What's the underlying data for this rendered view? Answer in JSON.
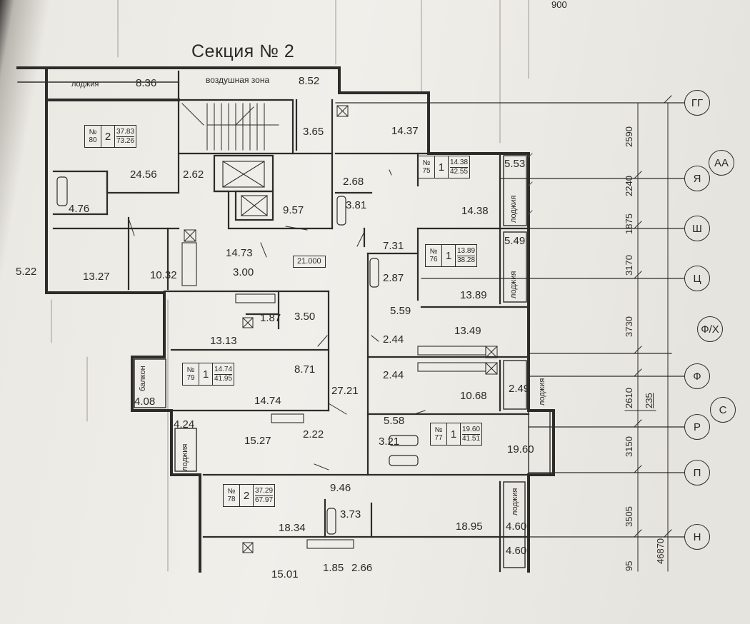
{
  "title": "Секция № 2",
  "top_dim": "900",
  "labels": {
    "loggia": "лоджия",
    "balcony": "балкон",
    "air_zone": "воздушная зона",
    "level_mark": "21.000"
  },
  "apartments": [
    {
      "no": "№",
      "num": "80",
      "rooms": "2",
      "living": "37.83",
      "total": "73.26"
    },
    {
      "no": "№",
      "num": "75",
      "rooms": "1",
      "living": "14.38",
      "total": "42.55"
    },
    {
      "no": "№",
      "num": "76",
      "rooms": "1",
      "living": "13.89",
      "total": "38.28"
    },
    {
      "no": "№",
      "num": "79",
      "rooms": "1",
      "living": "14.74",
      "total": "41.95"
    },
    {
      "no": "№",
      "num": "77",
      "rooms": "1",
      "living": "19.60",
      "total": "41.51"
    },
    {
      "no": "№",
      "num": "78",
      "rooms": "2",
      "living": "37.29",
      "total": "67.97"
    }
  ],
  "room_areas": [
    "8.36",
    "8.52",
    "3.65",
    "14.37",
    "24.56",
    "2.62",
    "4.76",
    "9.57",
    "2.68",
    "3.81",
    "5.53",
    "14.38",
    "7.31",
    "5.49",
    "14.73",
    "3.00",
    "13.27",
    "10.32",
    "2.87",
    "13.89",
    "1.87",
    "3.50",
    "5.59",
    "13.13",
    "2.44",
    "13.49",
    "8.71",
    "2.44",
    "14.74",
    "4.08",
    "27.21",
    "10.68",
    "2.49",
    "4.24",
    "2.22",
    "5.58",
    "3.21",
    "15.27",
    "19.60",
    "9.46",
    "3.73",
    "18.34",
    "18.95",
    "4.60",
    "4.60",
    "1.85",
    "2.66",
    "5.22",
    "15.01"
  ],
  "axes": [
    "ГГ",
    "АА",
    "Я",
    "Ш",
    "Ц",
    "Ф/Х",
    "Ф",
    "С",
    "Р",
    "П",
    "Н"
  ],
  "dimensions": [
    "2590",
    "2240",
    "1875",
    "3170",
    "3730",
    "2610",
    "3150",
    "3505",
    "95",
    "46870",
    "235"
  ],
  "colors": {
    "ink": "#2d2c2a",
    "paper": "#f1efea"
  }
}
